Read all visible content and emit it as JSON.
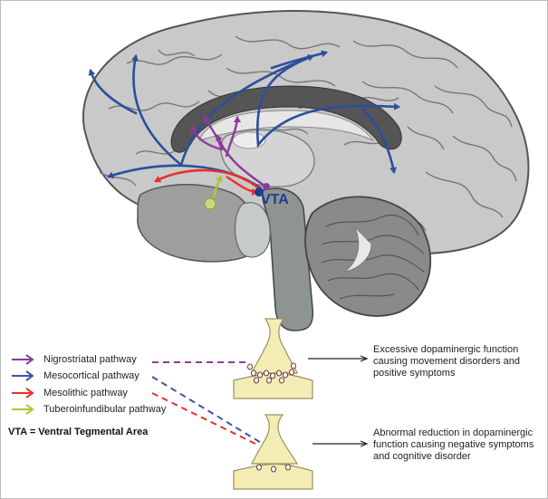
{
  "legend": {
    "items": [
      {
        "label": "Nigrostriatal pathway",
        "color": "#8b3a9c"
      },
      {
        "label": "Mesocortical pathway",
        "color": "#3a55a4"
      },
      {
        "label": "Mesolithic pathway",
        "color": "#e8312a"
      },
      {
        "label": "Tuberoinfundibular pathway",
        "color": "#a8c83a"
      }
    ],
    "vta_definition": "VTA = Ventral Tegmental Area"
  },
  "brain": {
    "vta_label": "VTA"
  },
  "descriptions": {
    "excessive_line1": "Excessive dopaminergic function",
    "excessive_line2": "causing movement disorders and",
    "excessive_line3": "positive symptoms",
    "reduction_line1": "Abnormal reduction in dopaminergic",
    "reduction_line2": "function causing negative symptoms",
    "reduction_line3": "and cognitive disorder"
  },
  "colors": {
    "mesocortical": "#2a4f9c",
    "nigrostriatal": "#8b3a9c",
    "mesolimbic": "#e8312a",
    "tuberoinfundibular": "#a8c83a",
    "vta": "#1f3f8f",
    "synapse": "#f3edb5"
  }
}
